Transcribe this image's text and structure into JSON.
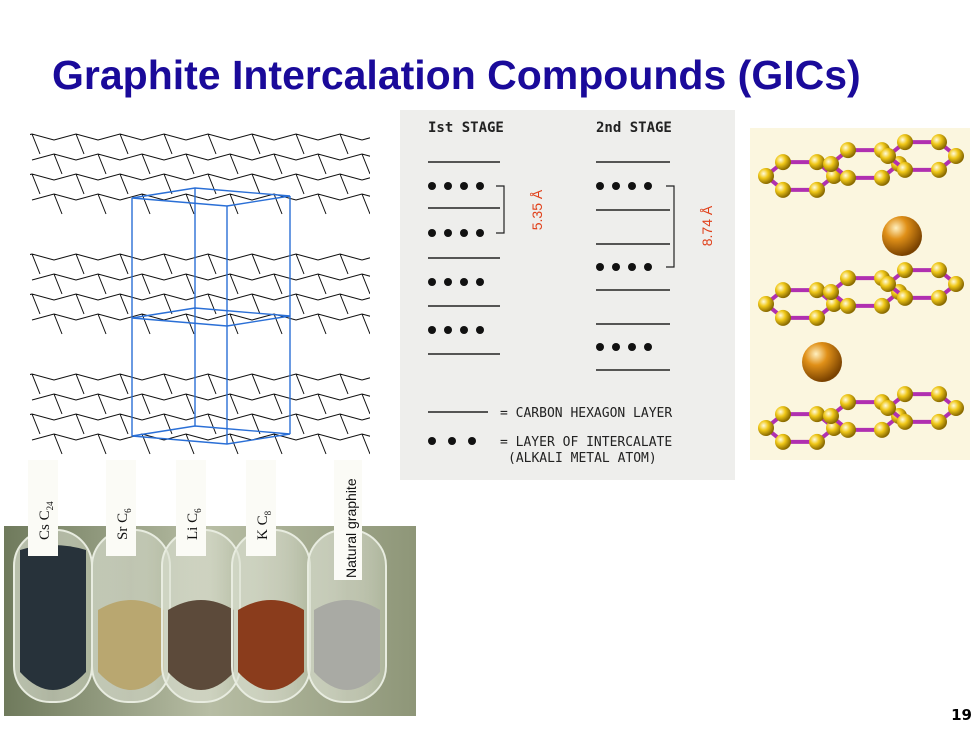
{
  "slide": {
    "title": "Graphite Intercalation Compounds (GICs)",
    "page_number": "19"
  },
  "stages": {
    "stage1_label": "Ist  STAGE",
    "stage2_label": "2nd STAGE",
    "stage1_spacing": "5.35 Å",
    "stage2_spacing": "8.74 Å",
    "legend_line": "= CARBON HEXAGON LAYER",
    "legend_dots_1": "= LAYER OF INTERCALATE",
    "legend_dots_2": "(ALKALI METAL ATOM)"
  },
  "samples": {
    "tubes": [
      {
        "symbol": "Cs",
        "sub": "C",
        "n": "24"
      },
      {
        "symbol": "Sr",
        "sub": "C",
        "n": "6"
      },
      {
        "symbol": "Li",
        "sub": "C",
        "n": "6"
      },
      {
        "symbol": "K",
        "sub": "C",
        "n": "8"
      }
    ],
    "natural_label": "Natural graphite"
  },
  "colors": {
    "title": "#1a0a9a",
    "unit_cell": "#2a6fd6",
    "spacing_text": "#e0401a",
    "bond": "#b030b0",
    "atom": "#e8c000",
    "metal": "#d4860a"
  }
}
